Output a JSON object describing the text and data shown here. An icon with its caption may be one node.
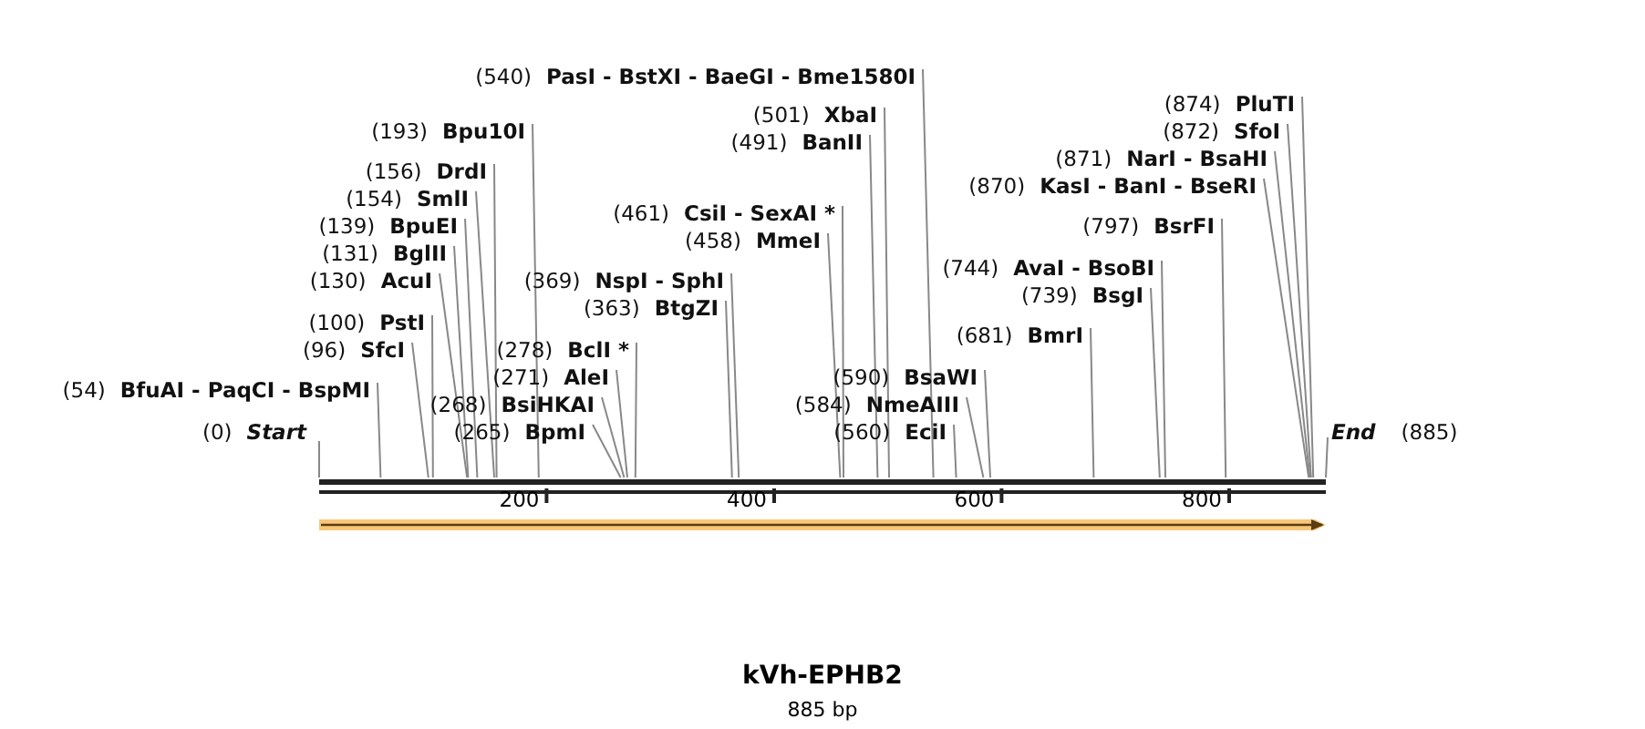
{
  "diagram": {
    "title": "kVh-EPHB2",
    "caption": "885 bp",
    "nodes": [
      {
        "text": [
          "(540)",
          "PasI - BstXI - BaeGI - Bme1580I"
        ]
      },
      {
        "text": [
          "(501)",
          "XbaI"
        ]
      },
      {
        "text": [
          "(491)",
          "BanII"
        ]
      },
      {
        "text": [
          "(193)",
          "Bpu10I"
        ]
      },
      {
        "text": [
          "(156)",
          "DrdI"
        ]
      },
      {
        "text": [
          "(154)",
          "SmlI"
        ]
      },
      {
        "text": [
          "(139)",
          "BpuEI"
        ]
      },
      {
        "text": [
          "(131)",
          "BglII"
        ]
      },
      {
        "text": [
          "(130)",
          "AcuI"
        ]
      },
      {
        "text": [
          "(100)",
          "PstI"
        ]
      },
      {
        "text": [
          "(96)",
          "SfcI"
        ]
      },
      {
        "text": [
          "(54)",
          "BfuAI - PaqCI - BspMI"
        ]
      },
      {
        "text": [
          "(0)",
          "Start"
        ]
      },
      {
        "text": [
          "(369)",
          "NspI - SphI"
        ]
      },
      {
        "text": [
          "(363)",
          "BtgZI"
        ]
      },
      {
        "text": [
          "(278)",
          "BclI *"
        ]
      },
      {
        "text": [
          "(271)",
          "AleI"
        ]
      },
      {
        "text": [
          "(268)",
          "BsiHKAI"
        ]
      },
      {
        "text": [
          "(265)",
          "BpmI"
        ]
      },
      {
        "text": [
          "(461)",
          "CsiI - SexAI *"
        ]
      },
      {
        "text": [
          "(458)",
          "MmeI"
        ]
      },
      {
        "text": [
          "(590)",
          "BsaWI"
        ]
      },
      {
        "text": [
          "(584)",
          "NmeAIII"
        ]
      },
      {
        "text": [
          "(560)",
          "EciI"
        ]
      },
      {
        "text": [
          "(874)",
          "PluTI"
        ]
      },
      {
        "text": [
          "(872)",
          "SfoI"
        ]
      },
      {
        "text": [
          "(871)",
          "NarI - BsaHI"
        ]
      },
      {
        "text": [
          "(870)",
          "KasI - BanI - BseRI"
        ]
      },
      {
        "text": [
          "(797)",
          "BsrFI"
        ]
      },
      {
        "text": [
          "(744)",
          "AvaI - BsoBI"
        ]
      },
      {
        "text": [
          "(739)",
          "BsgI"
        ]
      },
      {
        "text": [
          "(681)",
          "BmrI"
        ]
      },
      {
        "text": [
          "End",
          "(885)"
        ]
      },
      {
        "text": [],
        "shape": "bar"
      }
    ],
    "edges": [
      {
        "from": 0,
        "to": 33,
        "arrow": "none"
      },
      {
        "from": 1,
        "to": 33,
        "arrow": "none"
      },
      {
        "from": 2,
        "to": 33,
        "arrow": "none"
      },
      {
        "from": 3,
        "to": 33,
        "arrow": "none"
      },
      {
        "from": 4,
        "to": 33,
        "arrow": "none"
      },
      {
        "from": 5,
        "to": 33,
        "arrow": "none"
      },
      {
        "from": 6,
        "to": 33,
        "arrow": "none"
      },
      {
        "from": 7,
        "to": 33,
        "arrow": "none"
      },
      {
        "from": 8,
        "to": 33,
        "arrow": "none"
      },
      {
        "from": 9,
        "to": 33,
        "arrow": "none"
      },
      {
        "from": 10,
        "to": 33,
        "arrow": "none"
      },
      {
        "from": 11,
        "to": 33,
        "arrow": "none"
      },
      {
        "from": 12,
        "to": 33,
        "arrow": "none"
      },
      {
        "from": 13,
        "to": 33,
        "arrow": "none"
      },
      {
        "from": 14,
        "to": 33,
        "arrow": "none"
      },
      {
        "from": 15,
        "to": 33,
        "arrow": "none"
      },
      {
        "from": 16,
        "to": 33,
        "arrow": "none"
      },
      {
        "from": 17,
        "to": 33,
        "arrow": "none"
      },
      {
        "from": 18,
        "to": 33,
        "arrow": "none"
      },
      {
        "from": 19,
        "to": 33,
        "arrow": "none"
      },
      {
        "from": 20,
        "to": 33,
        "arrow": "none"
      },
      {
        "from": 21,
        "to": 33,
        "arrow": "none"
      },
      {
        "from": 22,
        "to": 33,
        "arrow": "none"
      },
      {
        "from": 23,
        "to": 33,
        "arrow": "none"
      },
      {
        "from": 24,
        "to": 33,
        "arrow": "none"
      },
      {
        "from": 25,
        "to": 33,
        "arrow": "none"
      },
      {
        "from": 26,
        "to": 33,
        "arrow": "none"
      },
      {
        "from": 27,
        "to": 33,
        "arrow": "none"
      },
      {
        "from": 28,
        "to": 33,
        "arrow": "none"
      },
      {
        "from": 29,
        "to": 33,
        "arrow": "none"
      },
      {
        "from": 30,
        "to": 33,
        "arrow": "none"
      },
      {
        "from": 31,
        "to": 33,
        "arrow": "none"
      },
      {
        "from": 32,
        "to": 33,
        "arrow": "none"
      }
    ],
    "labels": [
      "200",
      "400",
      "600",
      "800"
    ]
  }
}
